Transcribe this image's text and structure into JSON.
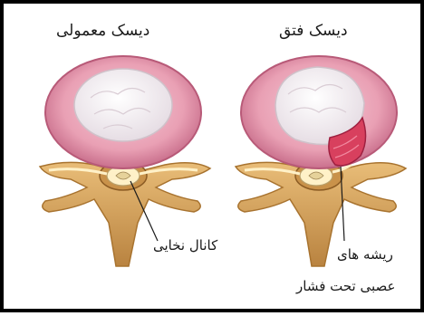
{
  "diagram": {
    "titles": {
      "normal_disc": "دیسک معمولی",
      "herniated_disc": "دیسک فتق"
    },
    "labels": {
      "spinal_canal": "کانال نخایی",
      "nerve_roots_line1": "ریشه های",
      "nerve_roots_line2": "عصبی تحت فشار"
    },
    "colors": {
      "annulus": "#e9a0b4",
      "annulus_edge": "#b85a78",
      "nucleus": "#f3eef2",
      "bone": "#d6a25a",
      "bone_shadow": "#a8732f",
      "herniation": "#d8405e",
      "nerve": "#fff1c8"
    }
  }
}
